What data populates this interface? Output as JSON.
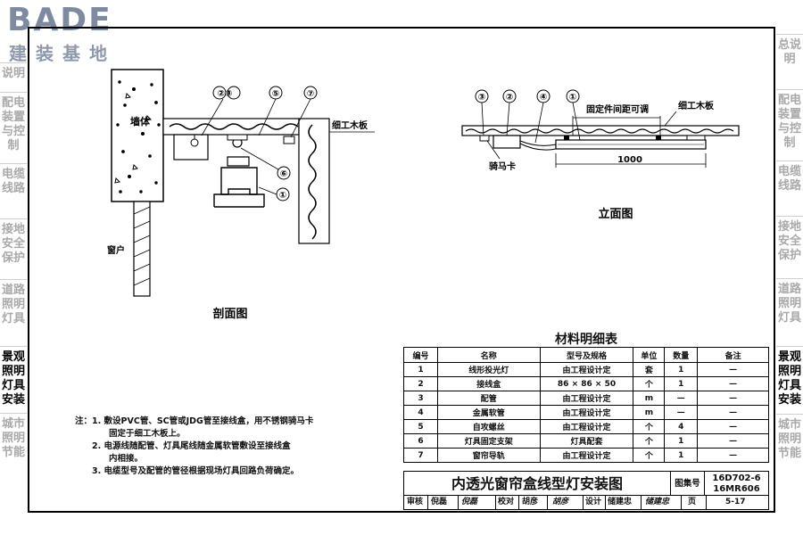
{
  "logo": {
    "main": "BADE",
    "sub": "建装基地"
  },
  "left_nav": [
    {
      "label": "说明",
      "active": false
    },
    {
      "label": "配电装置与控制",
      "active": false
    },
    {
      "label": "电缆线路",
      "active": false
    },
    {
      "label": "接地安全保护",
      "active": false
    },
    {
      "label": "道路照明灯具",
      "active": false
    },
    {
      "label": "景观照明灯具安装",
      "active": true
    },
    {
      "label": "城市照明节能",
      "active": false
    }
  ],
  "right_nav": [
    {
      "label": "总说明",
      "active": false
    },
    {
      "label": "配电装置与控制",
      "active": false
    },
    {
      "label": "电缆线路",
      "active": false
    },
    {
      "label": "接地安全保护",
      "active": false
    },
    {
      "label": "道路照明灯具",
      "active": false
    },
    {
      "label": "景观照明灯具安装",
      "active": true
    },
    {
      "label": "城市照明节能",
      "active": false
    }
  ],
  "section": {
    "title": "剖面图",
    "wall_label": "墙体",
    "window_label": "窗户",
    "board_label": "细工木板",
    "callouts": [
      "②③",
      "⑤",
      "⑦",
      "⑥",
      "①"
    ]
  },
  "elevation": {
    "title": "立面图",
    "spacing_label": "固定件间距可调",
    "board_label": "细工木板",
    "clamp_label": "骑马卡",
    "dimension": "1000",
    "callouts": [
      "③",
      "②",
      "④",
      "①"
    ]
  },
  "notes": [
    "注：1. 敷设PVC管、SC管或JDG管至接线盒，用不锈钢骑马卡",
    "固定于细工木板上。",
    "2. 电源线随配管、灯具尾线随金属软管敷设至接线盒",
    "内相接。",
    "3. 电缆型号及配管的管径根据现场灯具回路负荷确定。"
  ],
  "materials": {
    "title": "材料明细表",
    "headers": [
      "编号",
      "名称",
      "型号及规格",
      "单位",
      "数量",
      "备注"
    ],
    "rows": [
      [
        "1",
        "线形投光灯",
        "由工程设计定",
        "套",
        "1",
        "—"
      ],
      [
        "2",
        "接线盒",
        "86 × 86 × 50",
        "个",
        "1",
        "—"
      ],
      [
        "3",
        "配管",
        "由工程设计定",
        "m",
        "—",
        "—"
      ],
      [
        "4",
        "金属软管",
        "由工程设计定",
        "m",
        "—",
        "—"
      ],
      [
        "5",
        "自攻螺丝",
        "由工程设计定",
        "个",
        "4",
        "—"
      ],
      [
        "6",
        "灯具固定支架",
        "灯具配套",
        "个",
        "1",
        "—"
      ],
      [
        "7",
        "窗帘导轨",
        "由工程设计定",
        "个",
        "1",
        "—"
      ]
    ]
  },
  "title_block": {
    "title": "内透光窗帘盒线型灯安装图",
    "atlas_label": "图集号",
    "atlas_no": "16D702-6",
    "atlas_no2": "16MR606",
    "review_label": "审核",
    "reviewer": "倪磊",
    "review_sign": "倪磊",
    "check_label": "校对",
    "checker": "胡彦",
    "check_sign": "胡彦",
    "design_label": "设计",
    "designer": "储建忠",
    "design_sign": "储建忠",
    "page_label": "页",
    "page_no": "5-17"
  }
}
